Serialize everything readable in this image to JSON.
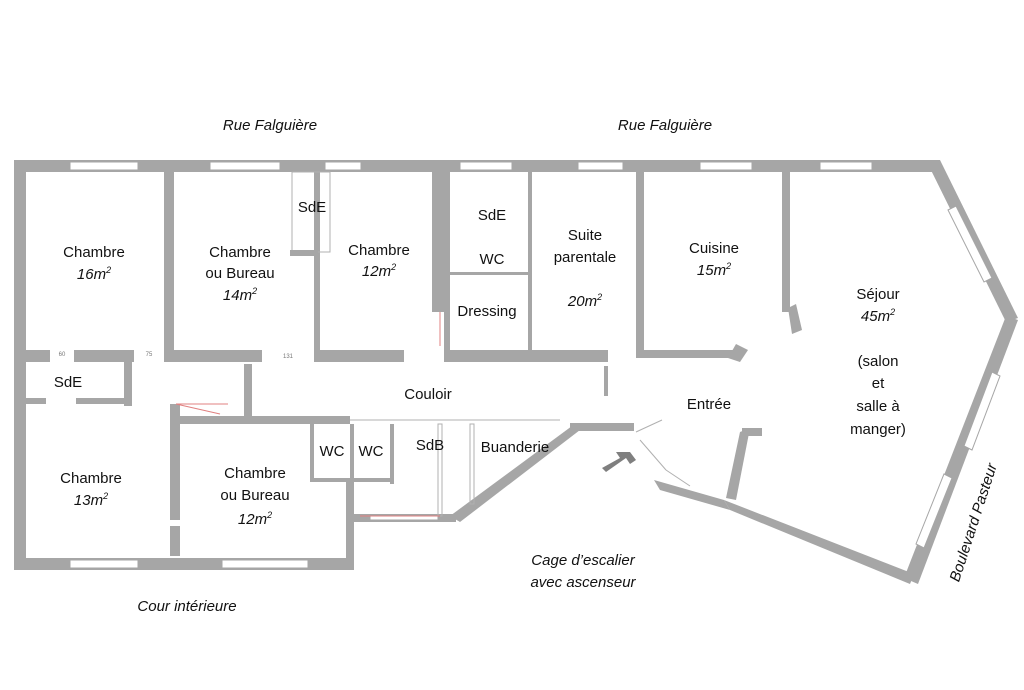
{
  "streets": {
    "top_left": "Rue Falguière",
    "top_right": "Rue Falguière",
    "bottom_left": "Cour intérieure",
    "right": "Boulevard Pasteur",
    "stair_line1": "Cage d’escalier",
    "stair_line2": "avec ascenseur"
  },
  "rooms": {
    "chambre1": {
      "name": "Chambre",
      "area": "16",
      "unit": "m",
      "exp": "2"
    },
    "chambre2": {
      "name1": "Chambre",
      "name2": "ou Bureau",
      "area": "14",
      "unit": "m",
      "exp": "2"
    },
    "chambre3": {
      "name": "Chambre",
      "area": "12",
      "unit": "m",
      "exp": "2"
    },
    "sde_top": "SdE",
    "sde_suite": "SdE",
    "wc_suite": "WC",
    "dressing": "Dressing",
    "suite": {
      "name1": "Suite",
      "name2": "parentale",
      "area": "20",
      "unit": "m",
      "exp": "2"
    },
    "cuisine": {
      "name": "Cuisine",
      "area": "15",
      "unit": "m",
      "exp": "2"
    },
    "sejour": {
      "name": "Séjour",
      "area": "45",
      "unit": "m",
      "exp": "2",
      "note1": "(salon",
      "note2": "et",
      "note3": "salle à",
      "note4": "manger)"
    },
    "sde_left": "SdE",
    "couloir": "Couloir",
    "entree": "Entrée",
    "chambre4": {
      "name": "Chambre",
      "area": "13",
      "unit": "m",
      "exp": "2"
    },
    "chambre5": {
      "name1": "Chambre",
      "name2": "ou Bureau",
      "area": "12",
      "unit": "m",
      "exp": "2"
    },
    "wc1": "WC",
    "wc2": "WC",
    "sdb": "SdB",
    "buanderie": "Buanderie"
  },
  "dimensions": {
    "d1": "60",
    "d2": "75",
    "d3": "131"
  },
  "colors": {
    "wall": "#a6a6a6",
    "text": "#111111",
    "arrow": "#7f7f7f"
  }
}
